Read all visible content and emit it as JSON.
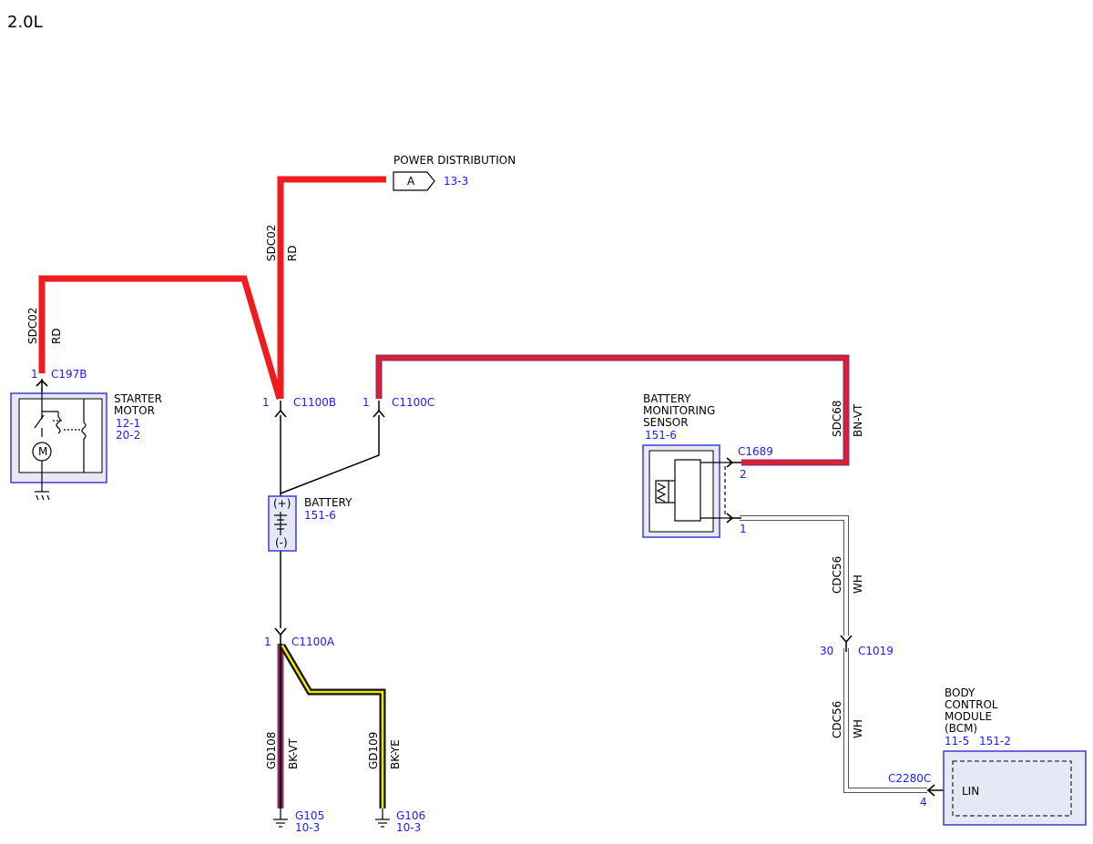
{
  "page_title": "2.0L",
  "colors": {
    "red_wire": "#ee1c1c",
    "violet_edge": "#9b2a6a",
    "yellow_core": "#f2e600",
    "black_wire": "#000000",
    "white_core": "#ffffff",
    "link_blue": "#1a1aff",
    "component_border": "#3b3bd6",
    "component_fill": "#e6e8f6"
  },
  "power_distribution": {
    "name": "POWER DISTRIBUTION",
    "pin": "A",
    "ref": "13-3"
  },
  "wires": {
    "sdc02_upper": {
      "circuit": "SDC02",
      "color": "RD"
    },
    "sdc02_left": {
      "circuit": "SDC02",
      "color": "RD"
    },
    "sdc68": {
      "circuit": "SDC68",
      "color": "BN-VT"
    },
    "cdc56_upper": {
      "circuit": "CDC56",
      "color": "WH"
    },
    "cdc56_lower": {
      "circuit": "CDC56",
      "color": "WH"
    },
    "gd108": {
      "circuit": "GD108",
      "color": "BK-VT"
    },
    "gd109": {
      "circuit": "GD109",
      "color": "BK-YE"
    }
  },
  "connectors": {
    "c197b": {
      "pin": "1",
      "name": "C197B"
    },
    "c1100b": {
      "pin": "1",
      "name": "C1100B"
    },
    "c1100c": {
      "pin": "1",
      "name": "C1100C"
    },
    "c1100a": {
      "pin": "1",
      "name": "C1100A"
    },
    "c1689": {
      "name": "C1689",
      "pin_top": "2",
      "pin_bottom": "1"
    },
    "c1019": {
      "pin": "30",
      "name": "C1019"
    },
    "c2280c": {
      "pin": "4",
      "name": "C2280C"
    }
  },
  "components": {
    "starter_motor": {
      "line1": "STARTER",
      "line2": "MOTOR",
      "ref1": "12-1",
      "ref2": "20-2"
    },
    "battery": {
      "name": "BATTERY",
      "ref": "151-6",
      "plus": "(+)",
      "minus": "(-)"
    },
    "battery_monitoring_sensor": {
      "line1": "BATTERY",
      "line2": "MONITORING",
      "line3": "SENSOR",
      "ref": "151-6"
    },
    "bcm": {
      "line1": "BODY",
      "line2": "CONTROL",
      "line3": "MODULE",
      "line4": "(BCM)",
      "ref1": "11-5",
      "ref2": "151-2",
      "pin_label": "LIN"
    }
  },
  "grounds": {
    "g105": {
      "name": "G105",
      "ref": "10-3"
    },
    "g106": {
      "name": "G106",
      "ref": "10-3"
    }
  }
}
